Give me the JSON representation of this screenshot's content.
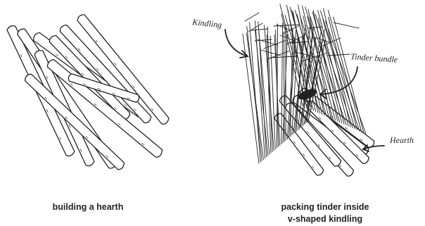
{
  "labels": {
    "kindling": "Kindling",
    "tinder_bundle": "Tinder bundle",
    "hearth": "Hearth"
  },
  "captions": {
    "left": "building a hearth",
    "right_line1": "packing tinder inside",
    "right_line2": "v-shaped kindling"
  },
  "colors": {
    "ink": "#222222",
    "paper": "#ffffff"
  }
}
